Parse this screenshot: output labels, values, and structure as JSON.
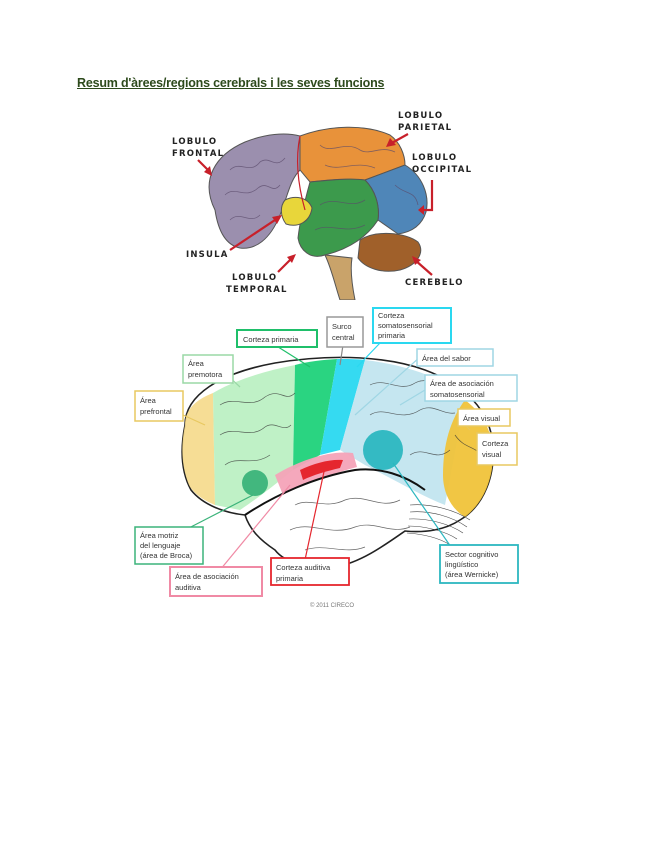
{
  "document": {
    "title": "Resum d'àrees/regions cerebrals i les seves funcions"
  },
  "figure_top": {
    "labels": {
      "frontal": [
        "LOBULO",
        "FRONTAL"
      ],
      "parietal": [
        "LOBULO",
        "PARIETAL"
      ],
      "occipital": [
        "LOBULO",
        "OCCIPITAL"
      ],
      "insula": "INSULA",
      "temporal": [
        "LOBULO",
        "TEMPORAL"
      ],
      "cerebelo": "CEREBELO"
    },
    "colors": {
      "frontal": "#9b8fae",
      "parietal": "#e8923a",
      "occipital": "#4f86b8",
      "temporal": "#3c9a4c",
      "insula": "#e8d63a",
      "cerebelo": "#a0602a",
      "arrow": "#c8202a"
    }
  },
  "figure_bottom": {
    "boxes": {
      "corteza_primaria": "Corteza primaria",
      "surco_central": [
        "Surco",
        "central"
      ],
      "corteza_somatosensorial": [
        "Corteza",
        "somatosensorial",
        "primaria"
      ],
      "area_premotora": [
        "Área",
        "premotora"
      ],
      "area_sabor": "Área del sabor",
      "area_prefrontal": [
        "Área",
        "prefrontal"
      ],
      "area_asociacion_somato": [
        "Área de asociación",
        "somatosensorial"
      ],
      "area_visual": "Área visual",
      "corteza_visual": [
        "Corteza",
        "visual"
      ],
      "area_motriz": [
        "Área motriz",
        "del lenguaje",
        "(área de Broca)"
      ],
      "area_asociacion_auditiva": [
        "Área de asociación",
        "auditiva"
      ],
      "corteza_auditiva": [
        "Corteza auditiva",
        "primaria"
      ],
      "sector_cognitivo": [
        "Sector cognitivo",
        "lingüístico",
        "(área Wernicke)"
      ]
    },
    "credit": "© 2011 CIRECO",
    "colors": {
      "motor": "#1fd27a",
      "premotor": "#b8f0c0",
      "prefrontal": "#f5d98a",
      "somato": "#2ad8f0",
      "assoc": "#bfe3ee",
      "visual": "#f0c33a",
      "wernicke": "#2cb7c0",
      "auditory_assoc": "#f4a3b8",
      "auditory_primary": "#e5262e"
    }
  }
}
